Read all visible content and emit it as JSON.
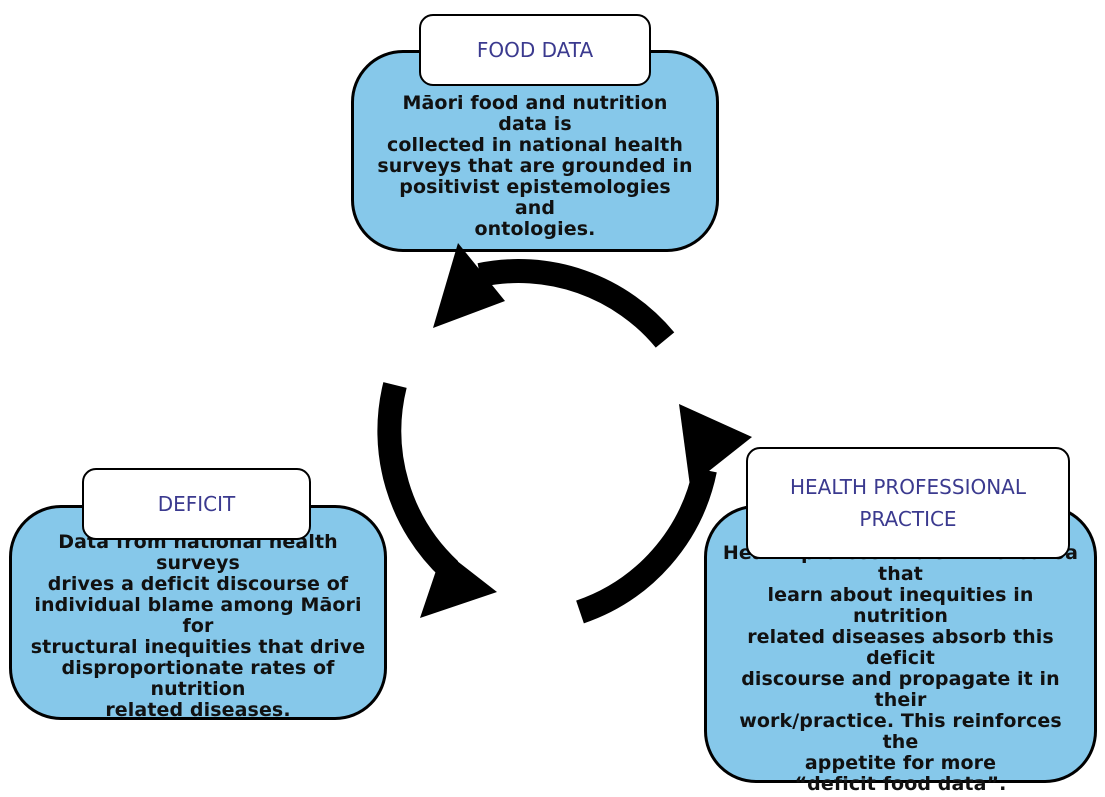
{
  "nodes": {
    "food": {
      "title": "FOOD DATA",
      "text": "Māori food and nutrition data is\ncollected in national health\nsurveys that are grounded in\npositivist epistemologies and\nontologies."
    },
    "deficit": {
      "title": "DEFICIT",
      "text": "Data from national health surveys\ndrives a deficit discourse of\nindividual blame among Māori for\nstructural inequities that drive\ndisproportionate rates of nutrition\nrelated diseases."
    },
    "health": {
      "title": "HEALTH PROFESSIONAL\nPRACTICE",
      "text": "Health professionals in Aotearoa that\nlearn about inequities in nutrition\nrelated diseases absorb this deficit\ndiscourse and propagate it in their\nwork/practice. This reinforces the\nappetite for more\n“deficit food data”."
    }
  },
  "colors": {
    "box_fill": "#86c8ea",
    "title_text": "#3b3a8f",
    "arrow": "#000000"
  }
}
